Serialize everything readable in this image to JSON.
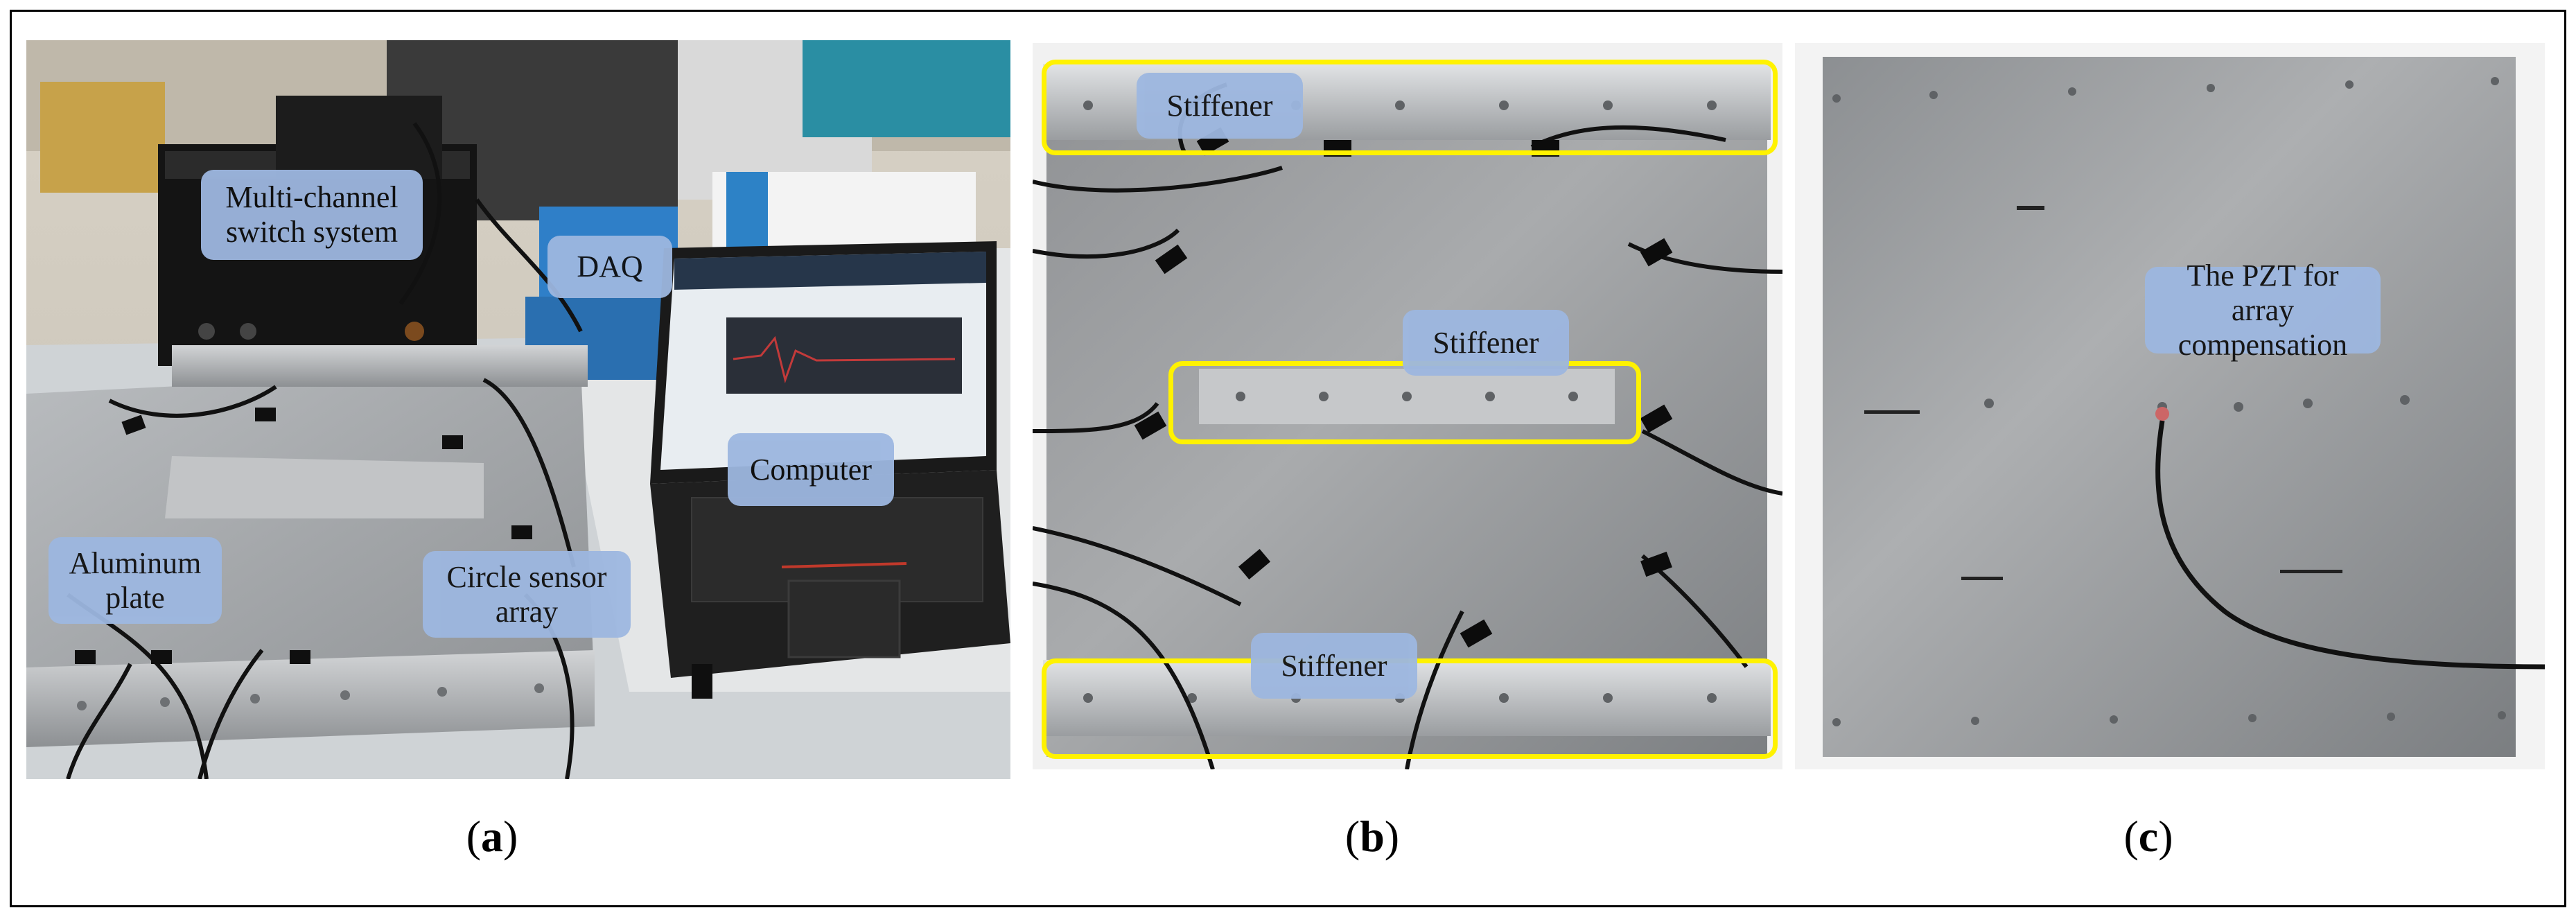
{
  "panel_a": {
    "caption_letter": "a",
    "labels": {
      "switch_system": "Multi-channel switch system",
      "daq": "DAQ",
      "computer": "Computer",
      "aluminum_plate": "Aluminum plate",
      "circle_array": "Circle sensor array"
    }
  },
  "panel_b": {
    "caption_letter": "b",
    "labels": {
      "stiffener_top": "Stiffener",
      "stiffener_mid": "Stiffener",
      "stiffener_bottom": "Stiffener"
    }
  },
  "panel_c": {
    "caption_letter": "c",
    "labels": {
      "pzt": "The PZT for array compensation"
    }
  },
  "colors": {
    "label_fill": "#9db7e0",
    "highlight": "#fff200"
  }
}
